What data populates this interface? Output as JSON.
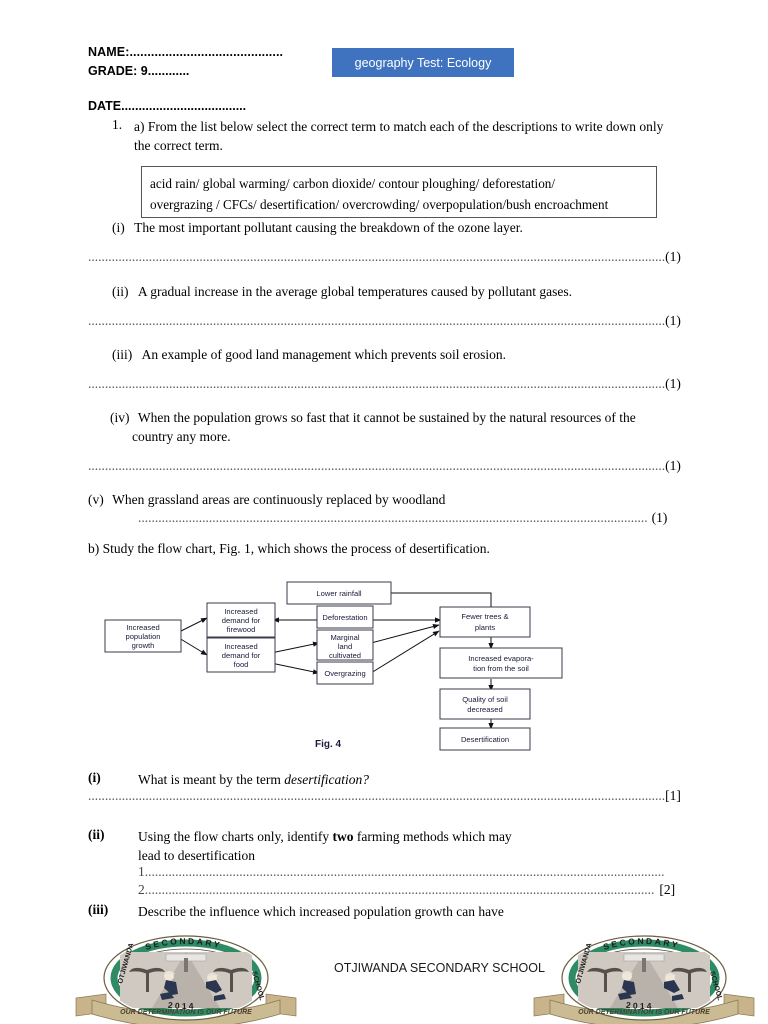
{
  "header": {
    "name_label": "NAME:...........................................",
    "grade_label": "GRADE: 9............",
    "date_label": "DATE....................................",
    "test_badge": "geography Test: Ecology",
    "badge_color": "#3f72bf"
  },
  "question1": {
    "number": "1.",
    "prompt": "a) From the list below select the correct term to match each of the descriptions to write down only the correct term.",
    "term_box_line1": "acid rain/ global warming/ carbon dioxide/ contour ploughing/ deforestation/",
    "term_box_line2": "overgrazing / CFCs/ desertification/ overcrowding/ overpopulation/bush encroachment",
    "items": [
      {
        "label": "(i)",
        "text": "The most important pollutant causing the breakdown of the ozone layer.",
        "marks": "(1)"
      },
      {
        "label": "(ii)",
        "text": "A gradual increase in the average global temperatures caused by pollutant gases.",
        "marks": "(1)"
      },
      {
        "label": "(iii)",
        "text": "An example of good land management which prevents soil erosion.",
        "marks": "(1)"
      },
      {
        "label": "(iv)",
        "text": "When the population grows so fast that it cannot be sustained by the natural resources of the country any more.",
        "marks": "(1)"
      },
      {
        "label": "(v)",
        "text": "When grassland areas are continuously replaced by woodland",
        "marks": "(1)"
      }
    ],
    "part_b": "b) Study the flow chart, Fig. 1, which shows the process of desertification."
  },
  "flow_chart": {
    "caption": "Fig. 4",
    "boxes": [
      {
        "id": "lower-rainfall",
        "text": "Lower rainfall"
      },
      {
        "id": "increased-population",
        "text": "Increased population growth"
      },
      {
        "id": "demand-firewood",
        "text": "Increased demand for firewood"
      },
      {
        "id": "demand-food",
        "text": "Increased demand for food"
      },
      {
        "id": "deforestation",
        "text": "Deforestation"
      },
      {
        "id": "marginal-land",
        "text": "Marginal land cultivated"
      },
      {
        "id": "overgrazing",
        "text": "Overgrazing"
      },
      {
        "id": "fewer-trees",
        "text": "Fewer trees & plants"
      },
      {
        "id": "increased-evaporation",
        "text": "Increased evaporation from the soil"
      },
      {
        "id": "quality-soil",
        "text": "Quality of soil decreased"
      },
      {
        "id": "desertification",
        "text": "Desertification"
      }
    ]
  },
  "lower_questions": [
    {
      "label": "(i)",
      "text_before": "What is meant by the term ",
      "text_italic": "desertification?",
      "marks": "[1]"
    },
    {
      "label": "(ii)",
      "text_before": "Using the flow charts only, identify ",
      "text_bold": "two",
      "text_after": " farming methods which may",
      "line2": "lead to desertification",
      "answer1": "1",
      "answer2": "2",
      "marks": "[2]"
    },
    {
      "label": "(iii)",
      "text": "Describe the influence which increased population growth can have"
    }
  ],
  "footer": {
    "school_name": "OTJIWANDA SECONDARY SCHOOL",
    "logo_top_text": "SECONDARY",
    "logo_left_text": "OTJIWANDA",
    "logo_right_text": "SCHOOL",
    "logo_year": "2014",
    "logo_ribbon": "OUR DETERMINATION IS OUR FUTURE",
    "logo_ring_color": "#2e8b63"
  }
}
